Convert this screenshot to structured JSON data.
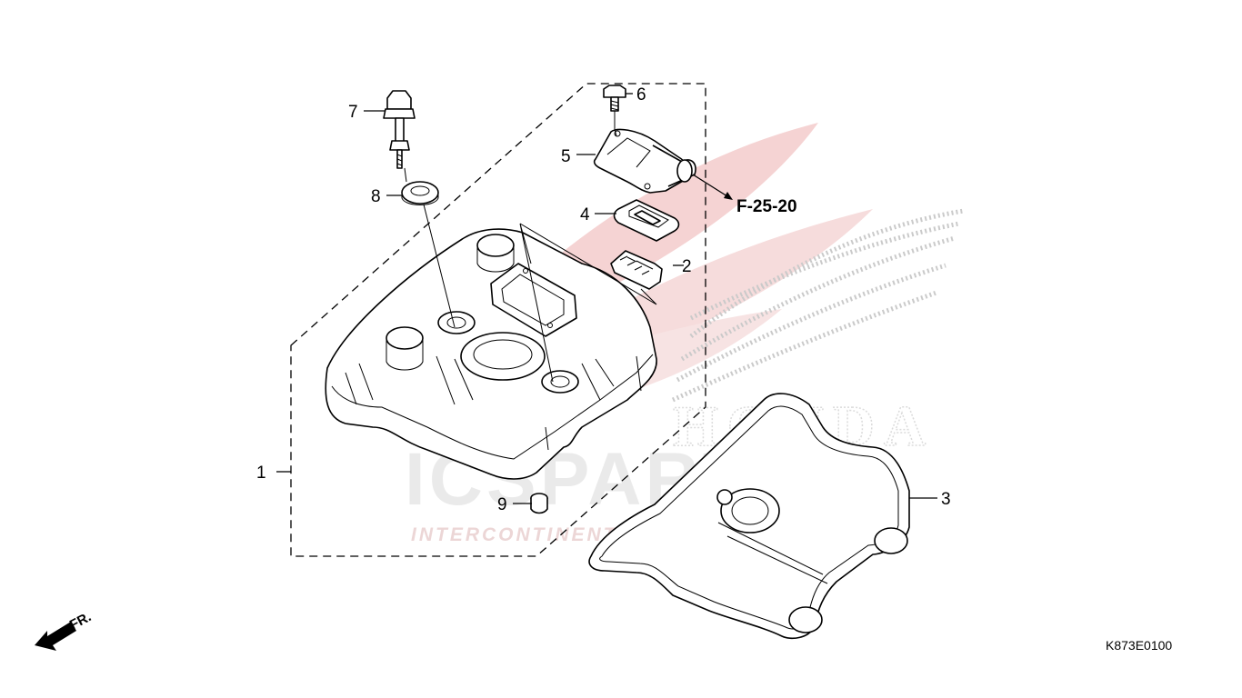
{
  "diagram_code": "K873E0100",
  "reference": "F-25-20",
  "front_indicator": "FR.",
  "callouts": [
    {
      "id": "1",
      "label": "1"
    },
    {
      "id": "2",
      "label": "2"
    },
    {
      "id": "3",
      "label": "3"
    },
    {
      "id": "4",
      "label": "4"
    },
    {
      "id": "5",
      "label": "5"
    },
    {
      "id": "6",
      "label": "6"
    },
    {
      "id": "7",
      "label": "7"
    },
    {
      "id": "8",
      "label": "8"
    },
    {
      "id": "9",
      "label": "9"
    }
  ],
  "watermark": {
    "brand": "HONDA",
    "logo_text": "ICSPARTS",
    "tagline": "INTERCONTINENTAL SPARE PARTS"
  },
  "colors": {
    "line": "#000000",
    "watermark_red": "#e8a8a8",
    "watermark_gray": "#d0d0d0"
  }
}
